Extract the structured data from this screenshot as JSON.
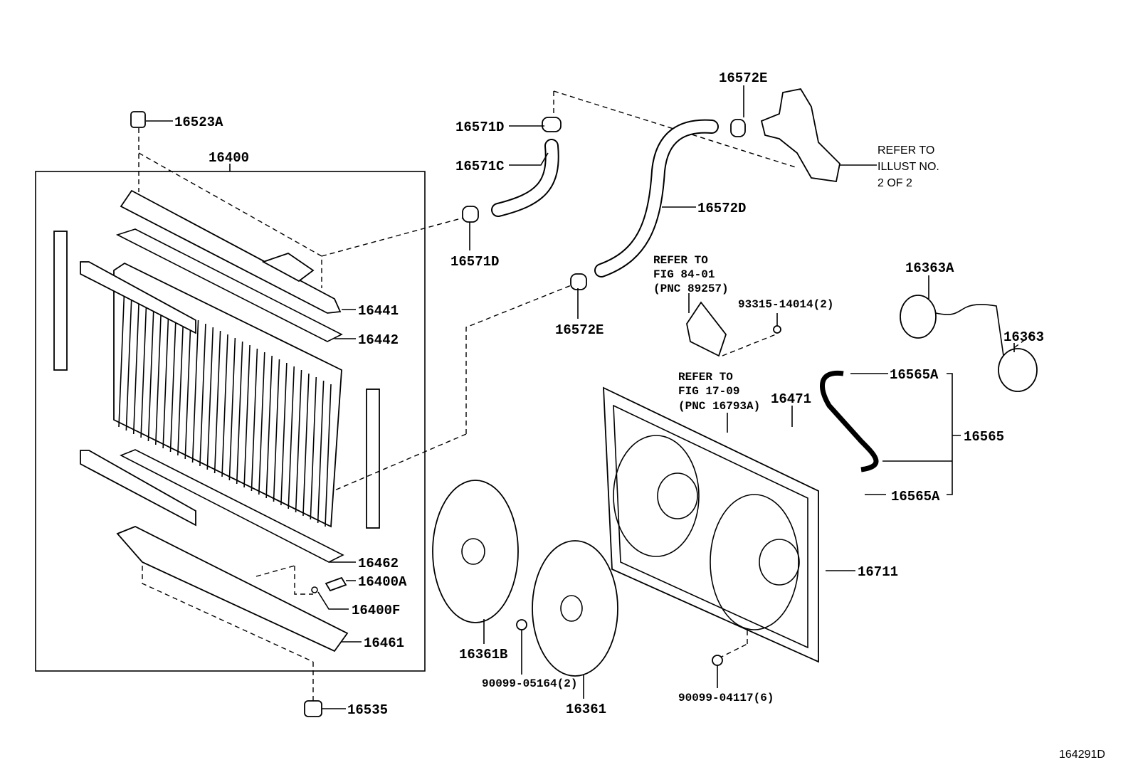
{
  "diagram_id": "164291D",
  "labels": {
    "p16523A": "16523A",
    "p16400": "16400",
    "p16571D_top": "16571D",
    "p16571C": "16571C",
    "p16571D_bottom": "16571D",
    "p16572E_top": "16572E",
    "p16572D": "16572D",
    "p16572E_bottom": "16572E",
    "p93315": "93315-14014(2)",
    "p16363A": "16363A",
    "p16363": "16363",
    "p16565A_top": "16565A",
    "p16565": "16565",
    "p16565A_bottom": "16565A",
    "p16471": "16471",
    "p16441": "16441",
    "p16442": "16442",
    "p16462": "16462",
    "p16400A": "16400A",
    "p16400F": "16400F",
    "p16461": "16461",
    "p16535": "16535",
    "p16361B": "16361B",
    "p90099_05164": "90099-05164(2)",
    "p16361": "16361",
    "p16711": "16711",
    "p90099_04117": "90099-04117(6)"
  },
  "refs": {
    "illust": [
      "REFER TO",
      "ILLUST NO.",
      "2 OF 2"
    ],
    "fig84": [
      "REFER TO",
      "FIG 84-01",
      "(PNC 89257)"
    ],
    "fig17": [
      "REFER TO",
      "FIG 17-09",
      "(PNC 16793A)"
    ]
  }
}
